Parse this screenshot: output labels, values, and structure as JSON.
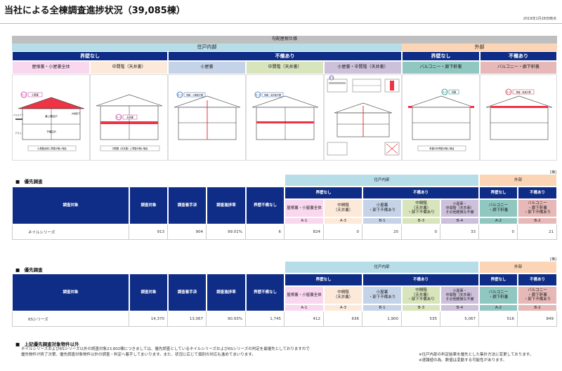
{
  "page": {
    "title": "当社による全棟調査進捗状況（39,085棟）",
    "date": "2019年1月28日時点"
  },
  "diagram": {
    "top_header": "勾配屋根仕様",
    "region_inner": "住戸内部",
    "region_outer": "外部",
    "groups": [
      "界壁なし",
      "不備あり",
      "界壁なし",
      "不備あり"
    ],
    "locations": [
      "屋根裏・小屋裏全体",
      "中間階（天井裏）",
      "小屋裏",
      "中間階（天井裏）",
      "小屋裏・中間階（天井裏）",
      "バルコニー・廊下軒裏",
      "バルコニー・廊下軒裏"
    ],
    "codes": {
      "a1": "A-1",
      "a3": "A-3",
      "b1": "B-1",
      "b3": "B-3",
      "b4": "B-4",
      "a2": "A-2",
      "b2": "B-2"
    },
    "callouts": {
      "roof": "小屋裏",
      "ceiling_mid": "天井裏",
      "attic_empty": "界壁・小屋裏不備",
      "mid_defect": "界壁・天井裏不備",
      "bracket": "軒裏",
      "eave_defect": "界壁・軒裏不備"
    },
    "captions": {
      "a1": "小屋裏全体に界壁が無い場合",
      "a3": "中間階（天井裏）に界壁が無い場合",
      "a2": "軒裏の外界壁が無い場合"
    },
    "house_labels": {
      "room": "最上階住戸",
      "lower": "下階住戸",
      "corridor": "共用廊下",
      "balcony": "バルコニー",
      "terrace": "テラス"
    }
  },
  "table1": {
    "section": "優先調査",
    "unit": "[棟]",
    "region_inner": "住戸内部",
    "region_outer": "外部",
    "col_target": "調査対象",
    "col_count": "調査対象",
    "col_started": "調査着手済",
    "col_progress": "調査進捗率",
    "col_no_wall": "界壁不備なし",
    "group_no_wall": "界壁なし",
    "group_defect": "不備あり",
    "group_no_wall2": "界壁なし",
    "group_defect2": "不備あり",
    "sub": [
      "屋根裏・小屋裏全体",
      "中間階\n（天井裏）",
      "小屋裏\n・部下不備あり",
      "中間階\n（天井裏）\n・部下不備あり",
      "小屋裏・\n中間階（天井裏）\nその他軽微な不備",
      "バルコニー\n・廊下軒裏",
      "バルコニー\n・廊下軒裏\n・部下不備あり"
    ],
    "codes": [
      "A-1",
      "A-3",
      "B-1",
      "B-3",
      "B-4",
      "A-2",
      "B-2"
    ],
    "row": {
      "name": "ネイルシリーズ",
      "count": "913",
      "started": "904",
      "progress": "99.01%",
      "no_defect": "6",
      "vals": [
        "824",
        "0",
        "20",
        "0",
        "33",
        "0",
        "21"
      ]
    }
  },
  "table2": {
    "section": "優先調査",
    "unit": "[棟]",
    "region_inner": "住戸内部",
    "region_outer": "外部",
    "col_target": "調査対象",
    "col_count": "調査対象",
    "col_started": "調査着手済",
    "col_progress": "調査進捗率",
    "col_no_wall": "界壁不備なし",
    "group_no_wall": "界壁なし",
    "group_defect": "不備あり",
    "group_no_wall2": "界壁なし",
    "group_defect2": "不備あり",
    "sub": [
      "屋根裏・小屋裏全体",
      "中間階\n（天井裏）",
      "小屋裏\n・部下不備あり",
      "中間階\n（天井裏）\n・部下不備あり",
      "小屋裏・\n中間階（天井裏）\nその他軽微な不備",
      "バルコニー\n・廊下軒裏",
      "バルコニー\n・廊下軒裏\n・部下不備あり"
    ],
    "codes": [
      "A-1",
      "A-3",
      "B-1",
      "B-3",
      "B-4",
      "A-2",
      "B-2"
    ],
    "row": {
      "name": "6Sシリーズ",
      "count": "14,370",
      "started": "13,067",
      "progress": "90.93%",
      "no_defect": "1,745",
      "vals": [
        "412",
        "636",
        "1,900",
        "535",
        "5,067",
        "516",
        "849"
      ]
    }
  },
  "footer": {
    "section": "上記優先調査対象物件以外",
    "line1": "ネイルシリーズおよび6Sシリーズ以外の調査対象23,802棟につきましては、優先調査としているネイルシリーズおよび6Sシリーズの判定を最優先としておりますので",
    "line2": "優先物件が終了次第、優先調査対象物件以外の調査・判定へ着手してまいります。また、状況に応じて個別の対応も進めてまいります。",
    "note1": "※住戸内部の判定結果を優先とした集計方法に変更しております。",
    "note2": "※速報値の為、数値は変動する可能性があります。"
  }
}
